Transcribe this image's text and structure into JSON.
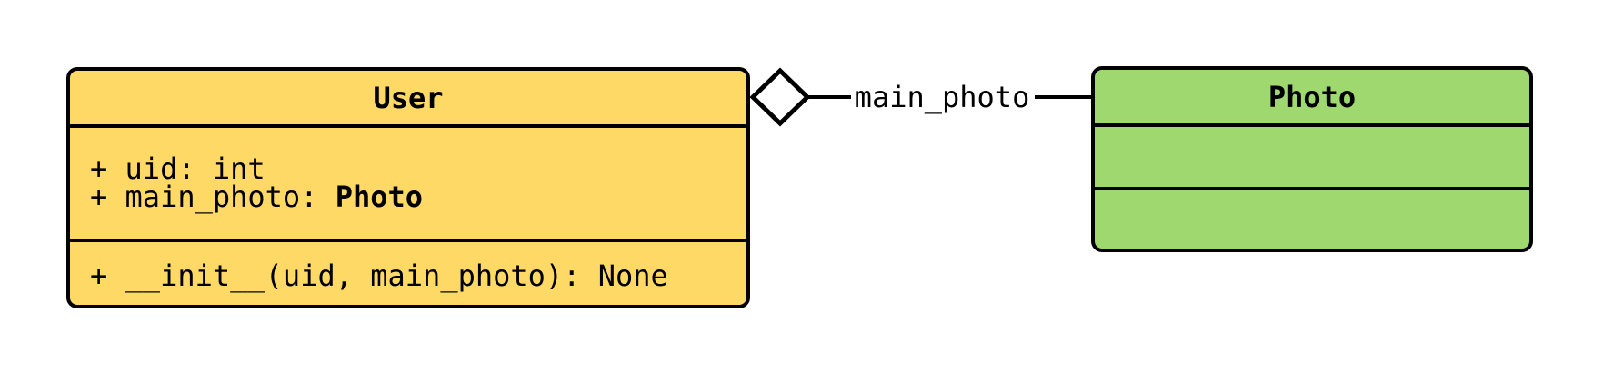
{
  "diagram": {
    "type": "uml-class-diagram",
    "background_color": "#ffffff",
    "stroke_color": "#000000",
    "text_color": "#000000",
    "classes": [
      {
        "name": "User",
        "fill_color": "#FFD966",
        "attributes": [
          {
            "text": "+ uid: int",
            "type_bold": ""
          },
          {
            "text": "+ main_photo: ",
            "type_bold": "Photo"
          }
        ],
        "methods": [
          "+ __init__(uid, main_photo): None"
        ]
      },
      {
        "name": "Photo",
        "fill_color": "#A0D870",
        "attributes": [],
        "methods": []
      }
    ],
    "relationship": {
      "kind": "aggregation",
      "diamond": "hollow",
      "diamond_fill": "#ffffff",
      "label": "main_photo",
      "from": "User",
      "to": "Photo"
    }
  }
}
